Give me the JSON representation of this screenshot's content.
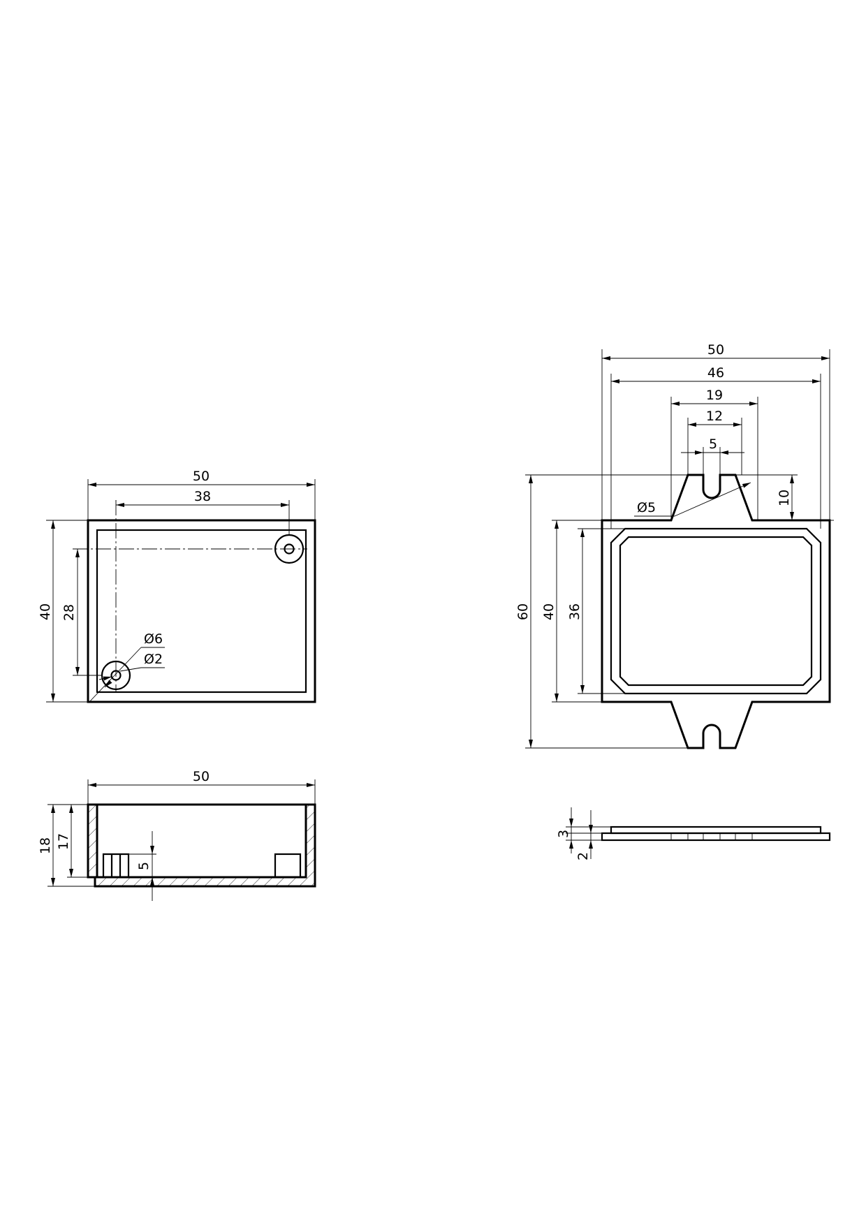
{
  "drawing": {
    "view_top_left": {
      "width": "50",
      "hole_spacing_x": "38",
      "height": "40",
      "hole_spacing_y": "28",
      "boss_diameter": "Ø6",
      "hole_diameter": "Ø2"
    },
    "view_bottom_left": {
      "width": "50",
      "height_outer": "18",
      "height_inner": "17",
      "post_height": "5"
    },
    "view_top_right": {
      "width": "50",
      "inner_width": "46",
      "tab_width": "19",
      "tab_top_width": "12",
      "slot_width": "5",
      "slot_diameter": "Ø5",
      "tab_height": "10",
      "overall_height": "60",
      "body_height": "40",
      "recess_height": "36"
    },
    "view_bottom_right": {
      "lid_thickness": "3",
      "rim_thickness": "2"
    }
  }
}
